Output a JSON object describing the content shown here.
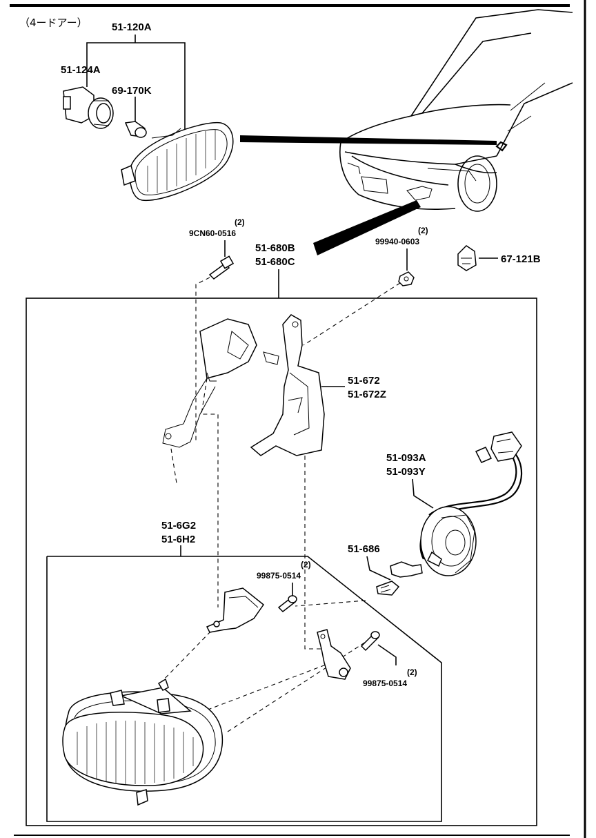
{
  "header": {
    "variant": "（4ードアー）"
  },
  "labels": {
    "p51_120A": "51-120A",
    "p51_124A": "51-124A",
    "p69_170K": "69-170K",
    "p9CN60_qty": "(2)",
    "p9CN60": "9CN60-0516",
    "p51_680B": "51-680B",
    "p51_680C": "51-680C",
    "p99940_qty": "(2)",
    "p99940": "99940-0603",
    "p67_121B": "67-121B",
    "p51_672": "51-672",
    "p51_672Z": "51-672Z",
    "p51_093A": "51-093A",
    "p51_093Y": "51-093Y",
    "p51_6G2": "51-6G2",
    "p51_6H2": "51-6H2",
    "p51_686": "51-686",
    "p99875a_qty": "(2)",
    "p99875a": "99875-0514",
    "p99875b_qty": "(2)",
    "p99875b": "99875-0514"
  }
}
